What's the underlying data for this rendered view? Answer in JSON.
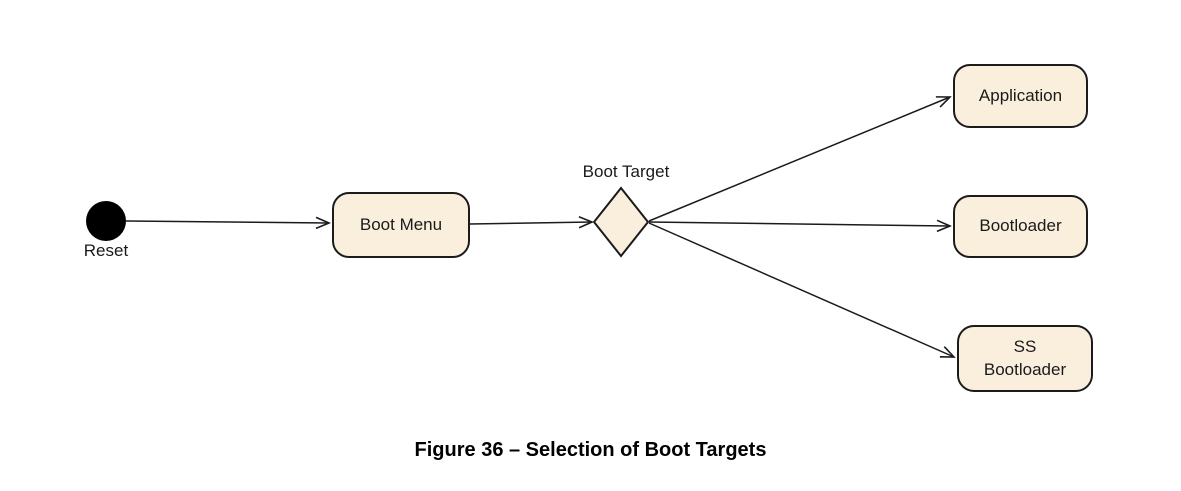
{
  "figure": {
    "caption": "Figure 36 – Selection of Boot Targets"
  },
  "diagram": {
    "type": "uml-activity",
    "initial": {
      "label": "Reset",
      "shape": "filled-circle"
    },
    "decision": {
      "label": "Boot Target",
      "shape": "diamond"
    },
    "nodes": [
      {
        "id": "boot-menu",
        "label": "Boot Menu"
      },
      {
        "id": "application",
        "label": "Application"
      },
      {
        "id": "bootloader",
        "label": "Bootloader"
      },
      {
        "id": "ss-bootloader",
        "label": "SS\nBootloader"
      }
    ],
    "edges": [
      {
        "from": "reset",
        "to": "boot-menu"
      },
      {
        "from": "boot-menu",
        "to": "boot-target"
      },
      {
        "from": "boot-target",
        "to": "application"
      },
      {
        "from": "boot-target",
        "to": "bootloader"
      },
      {
        "from": "boot-target",
        "to": "ss-bootloader"
      }
    ],
    "colors": {
      "node_fill": "#FAEFDC",
      "node_border": "#1B1B1B",
      "edge": "#1B1B1B",
      "text": "#1A1A1A",
      "background": "#FFFFFF"
    }
  }
}
